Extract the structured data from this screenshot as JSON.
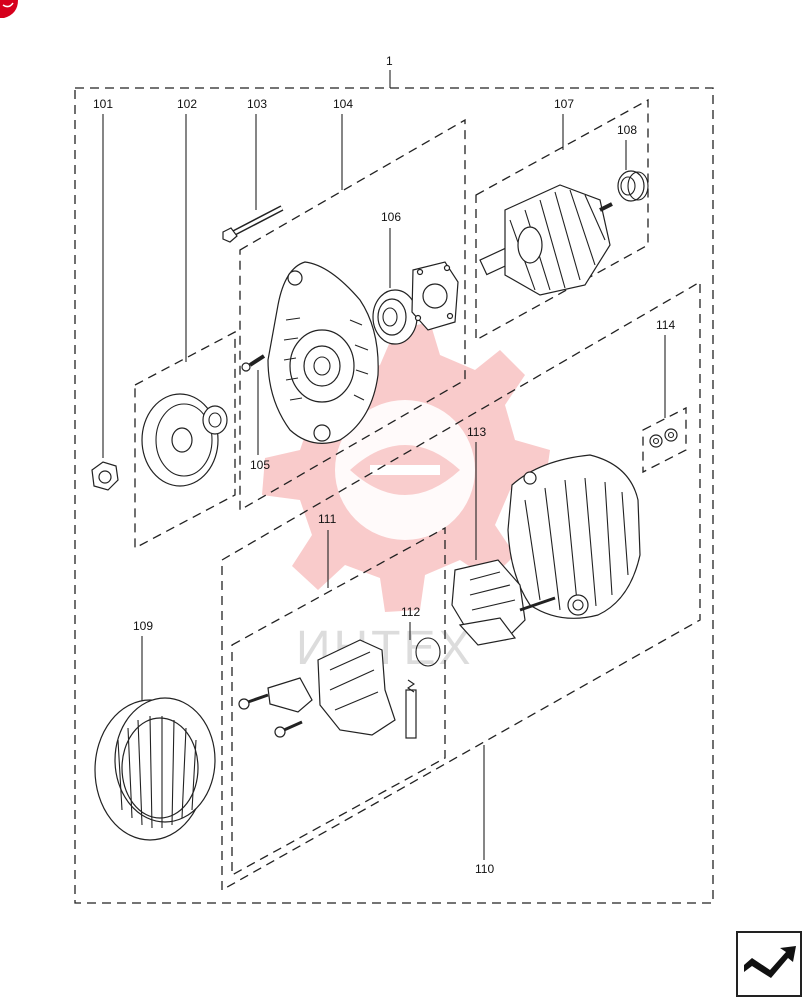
{
  "diagram": {
    "assembly_label": "1",
    "parts": [
      {
        "id": "101",
        "label": "101"
      },
      {
        "id": "102",
        "label": "102"
      },
      {
        "id": "103",
        "label": "103"
      },
      {
        "id": "104",
        "label": "104"
      },
      {
        "id": "105",
        "label": "105"
      },
      {
        "id": "106",
        "label": "106"
      },
      {
        "id": "107",
        "label": "107"
      },
      {
        "id": "108",
        "label": "108"
      },
      {
        "id": "109",
        "label": "109"
      },
      {
        "id": "110",
        "label": "110"
      },
      {
        "id": "111",
        "label": "111"
      },
      {
        "id": "112",
        "label": "112"
      },
      {
        "id": "113",
        "label": "113"
      },
      {
        "id": "114",
        "label": "114"
      }
    ],
    "watermark_text": "ИНТЕХ"
  },
  "colors": {
    "line": "#222222",
    "watermark": "#f7b9b9",
    "corner_badge": "#d6001c"
  },
  "icons": {
    "corner_badge": "red-corner-badge-icon",
    "navigation": "return-arrow-icon"
  }
}
